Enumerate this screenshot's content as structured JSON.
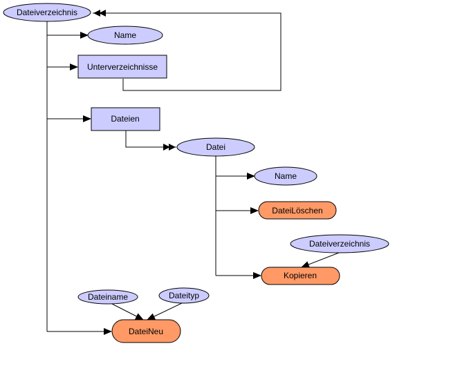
{
  "colors": {
    "object": "#ccccff",
    "method": "#ff9966",
    "line": "#000000",
    "background": "#ffffff"
  },
  "nodes": {
    "root_dateiverzeichnis": "Dateiverzeichnis",
    "name_top": "Name",
    "unterverzeichnisse": "Unterverzeichnisse",
    "dateien": "Dateien",
    "datei": "Datei",
    "name_datei": "Name",
    "datei_loeschen": "DateiLöschen",
    "dateiverzeichnis_param": "Dateiverzeichnis",
    "kopieren": "Kopieren",
    "dateiname": "Dateiname",
    "dateityp": "Dateityp",
    "datei_neu": "DateiNeu"
  }
}
